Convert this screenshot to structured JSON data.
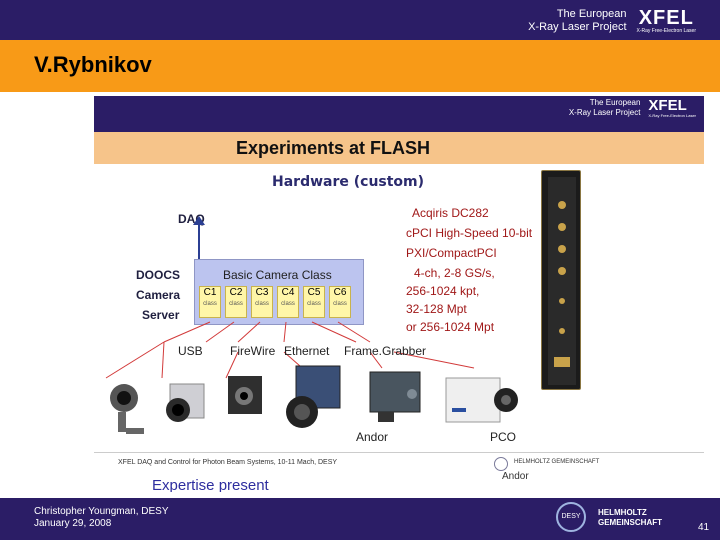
{
  "header": {
    "tagline_line1": "The European",
    "tagline_line2": "X-Ray Laser Project",
    "logo": "XFEL",
    "logo_sub": "X-Ray Free-Electron Laser"
  },
  "title": "V.Rybnikov",
  "slide": {
    "tagline_line1": "The European",
    "tagline_line2": "X-Ray Laser Project",
    "logo": "XFEL",
    "logo_sub": "X-Ray Free-Electron Laser",
    "title": "Experiments at FLASH",
    "subtitle": "Hardware (custom)",
    "daq_label": "DAQ",
    "doocs_line1": "DOOCS",
    "doocs_line2": "Camera",
    "doocs_line3": "Server",
    "camera_class_label": "Basic Camera Class",
    "class_boxes": [
      {
        "name": "C1",
        "sub": "class"
      },
      {
        "name": "C2",
        "sub": "class"
      },
      {
        "name": "C3",
        "sub": "class"
      },
      {
        "name": "C4",
        "sub": "class"
      },
      {
        "name": "C5",
        "sub": "class"
      },
      {
        "name": "C6",
        "sub": "class"
      }
    ],
    "acqiris": [
      "Acqiris  DC282",
      "cPCI High-Speed 10-bit",
      "PXI/CompactPCI",
      "4-ch, 2-8 GS/s,",
      "256-1024 kpt,",
      "32-128 Mpt",
      "or 256-1024 Mpt"
    ],
    "interfaces": {
      "usb": "USB",
      "firewire": "FireWire",
      "ethernet": "Ethernet",
      "framegrabber": "Frame.Grabber"
    },
    "camera_labels": {
      "andor": "Andor",
      "pco": "PCO"
    },
    "footer": {
      "conference": "XFEL DAQ and Control for Photon Beam Systems, 10-11 Mach, DESY",
      "expertise": "Expertise present",
      "andor_mark": "Andor",
      "helmholtz": "HELMHOLTZ GEMEINSCHAFT"
    }
  },
  "footer": {
    "author": "Christopher Youngman, DESY",
    "date": "January 29, 2008",
    "desy": "DESY",
    "helmholtz_line1": "HELMHOLTZ",
    "helmholtz_line2": "GEMEINSCHAFT",
    "page": "41"
  },
  "colors": {
    "header_bg": "#2b1d66",
    "title_band": "#f89a17",
    "slide_band": "#f6c48a",
    "camera_class_bg": "#bcc4ef",
    "class_box_bg": "#fff6a8",
    "line_red": "#d23a3a"
  }
}
